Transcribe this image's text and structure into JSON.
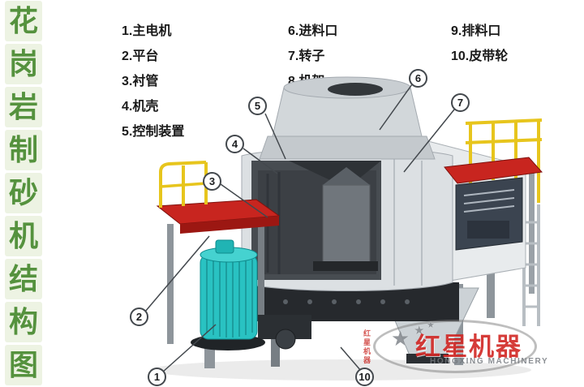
{
  "title": {
    "chars": [
      "花",
      "岗",
      "岩",
      "制",
      "砂",
      "机",
      "结",
      "构",
      "图"
    ]
  },
  "legend": {
    "col1": [
      "1.主电机",
      "2.平台",
      "3.衬管",
      "4.机壳",
      "5.控制装置"
    ],
    "col2": [
      "6.进料口",
      "7.转子",
      "8.机架"
    ],
    "col3": [
      "9.排料口",
      "10.皮带轮"
    ]
  },
  "callouts": [
    {
      "n": "1"
    },
    {
      "n": "2"
    },
    {
      "n": "3"
    },
    {
      "n": "4"
    },
    {
      "n": "5"
    },
    {
      "n": "6"
    },
    {
      "n": "7"
    },
    {
      "n": "10"
    }
  ],
  "logo": {
    "brand": "红星机器",
    "sub": "HONGXING MACHINERY",
    "vertical": "红星机器"
  },
  "colors": {
    "title_green": "#55923e",
    "platform_red": "#c8251f",
    "motor_cyan": "#29c2c2",
    "railing_yellow": "#e7c51d",
    "body_gray": "#dce0e3",
    "interior_dark": "#3c4045"
  }
}
